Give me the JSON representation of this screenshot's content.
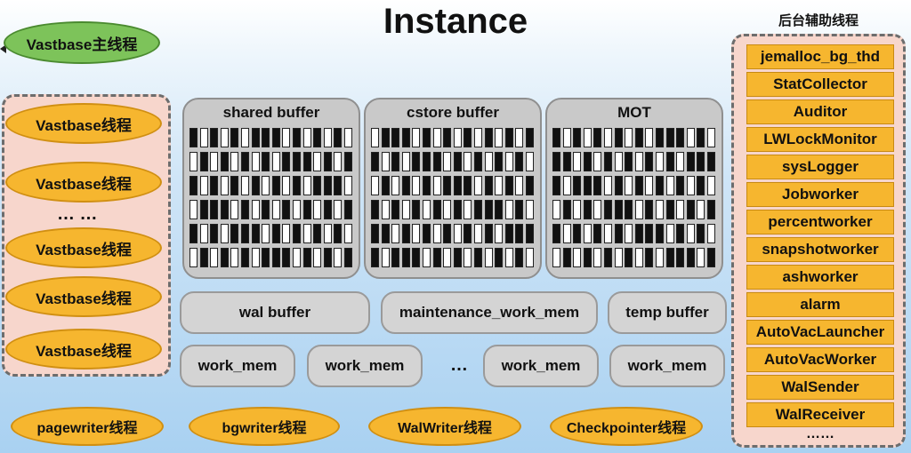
{
  "title": "Instance",
  "main_thread": "Vastbase主线程",
  "user_threads": [
    "Vastbase线程",
    "Vastbase线程",
    "Vastbase线程",
    "Vastbase线程",
    "Vastbase线程"
  ],
  "user_threads_ellipsis": "… …",
  "buffers": [
    "shared buffer",
    "cstore buffer",
    "MOT"
  ],
  "mid_row": [
    "wal buffer",
    "maintenance_work_mem",
    "temp buffer"
  ],
  "work_mem": [
    "work_mem",
    "work_mem",
    "work_mem",
    "work_mem"
  ],
  "work_mem_ellipsis": "…",
  "bottom_threads": [
    "pagewriter线程",
    "bgwriter线程",
    "WalWriter线程",
    "Checkpointer线程"
  ],
  "background_title": "后台辅助线程",
  "background_threads": [
    "jemalloc_bg_thd",
    "StatCollector",
    "Auditor",
    "LWLockMonitor",
    "sysLogger",
    "Jobworker",
    "percentworker",
    "snapshotworker",
    "ashworker",
    "alarm",
    "AutoVacLauncher",
    "AutoVacWorker",
    "WalSender",
    "WalReceiver"
  ],
  "background_ellipsis": "……",
  "colors": {
    "main_thread": "#7dc35a",
    "threads": "#f6b62f",
    "panel": "#f7d6cc",
    "buffer": "#c9c9c9"
  }
}
